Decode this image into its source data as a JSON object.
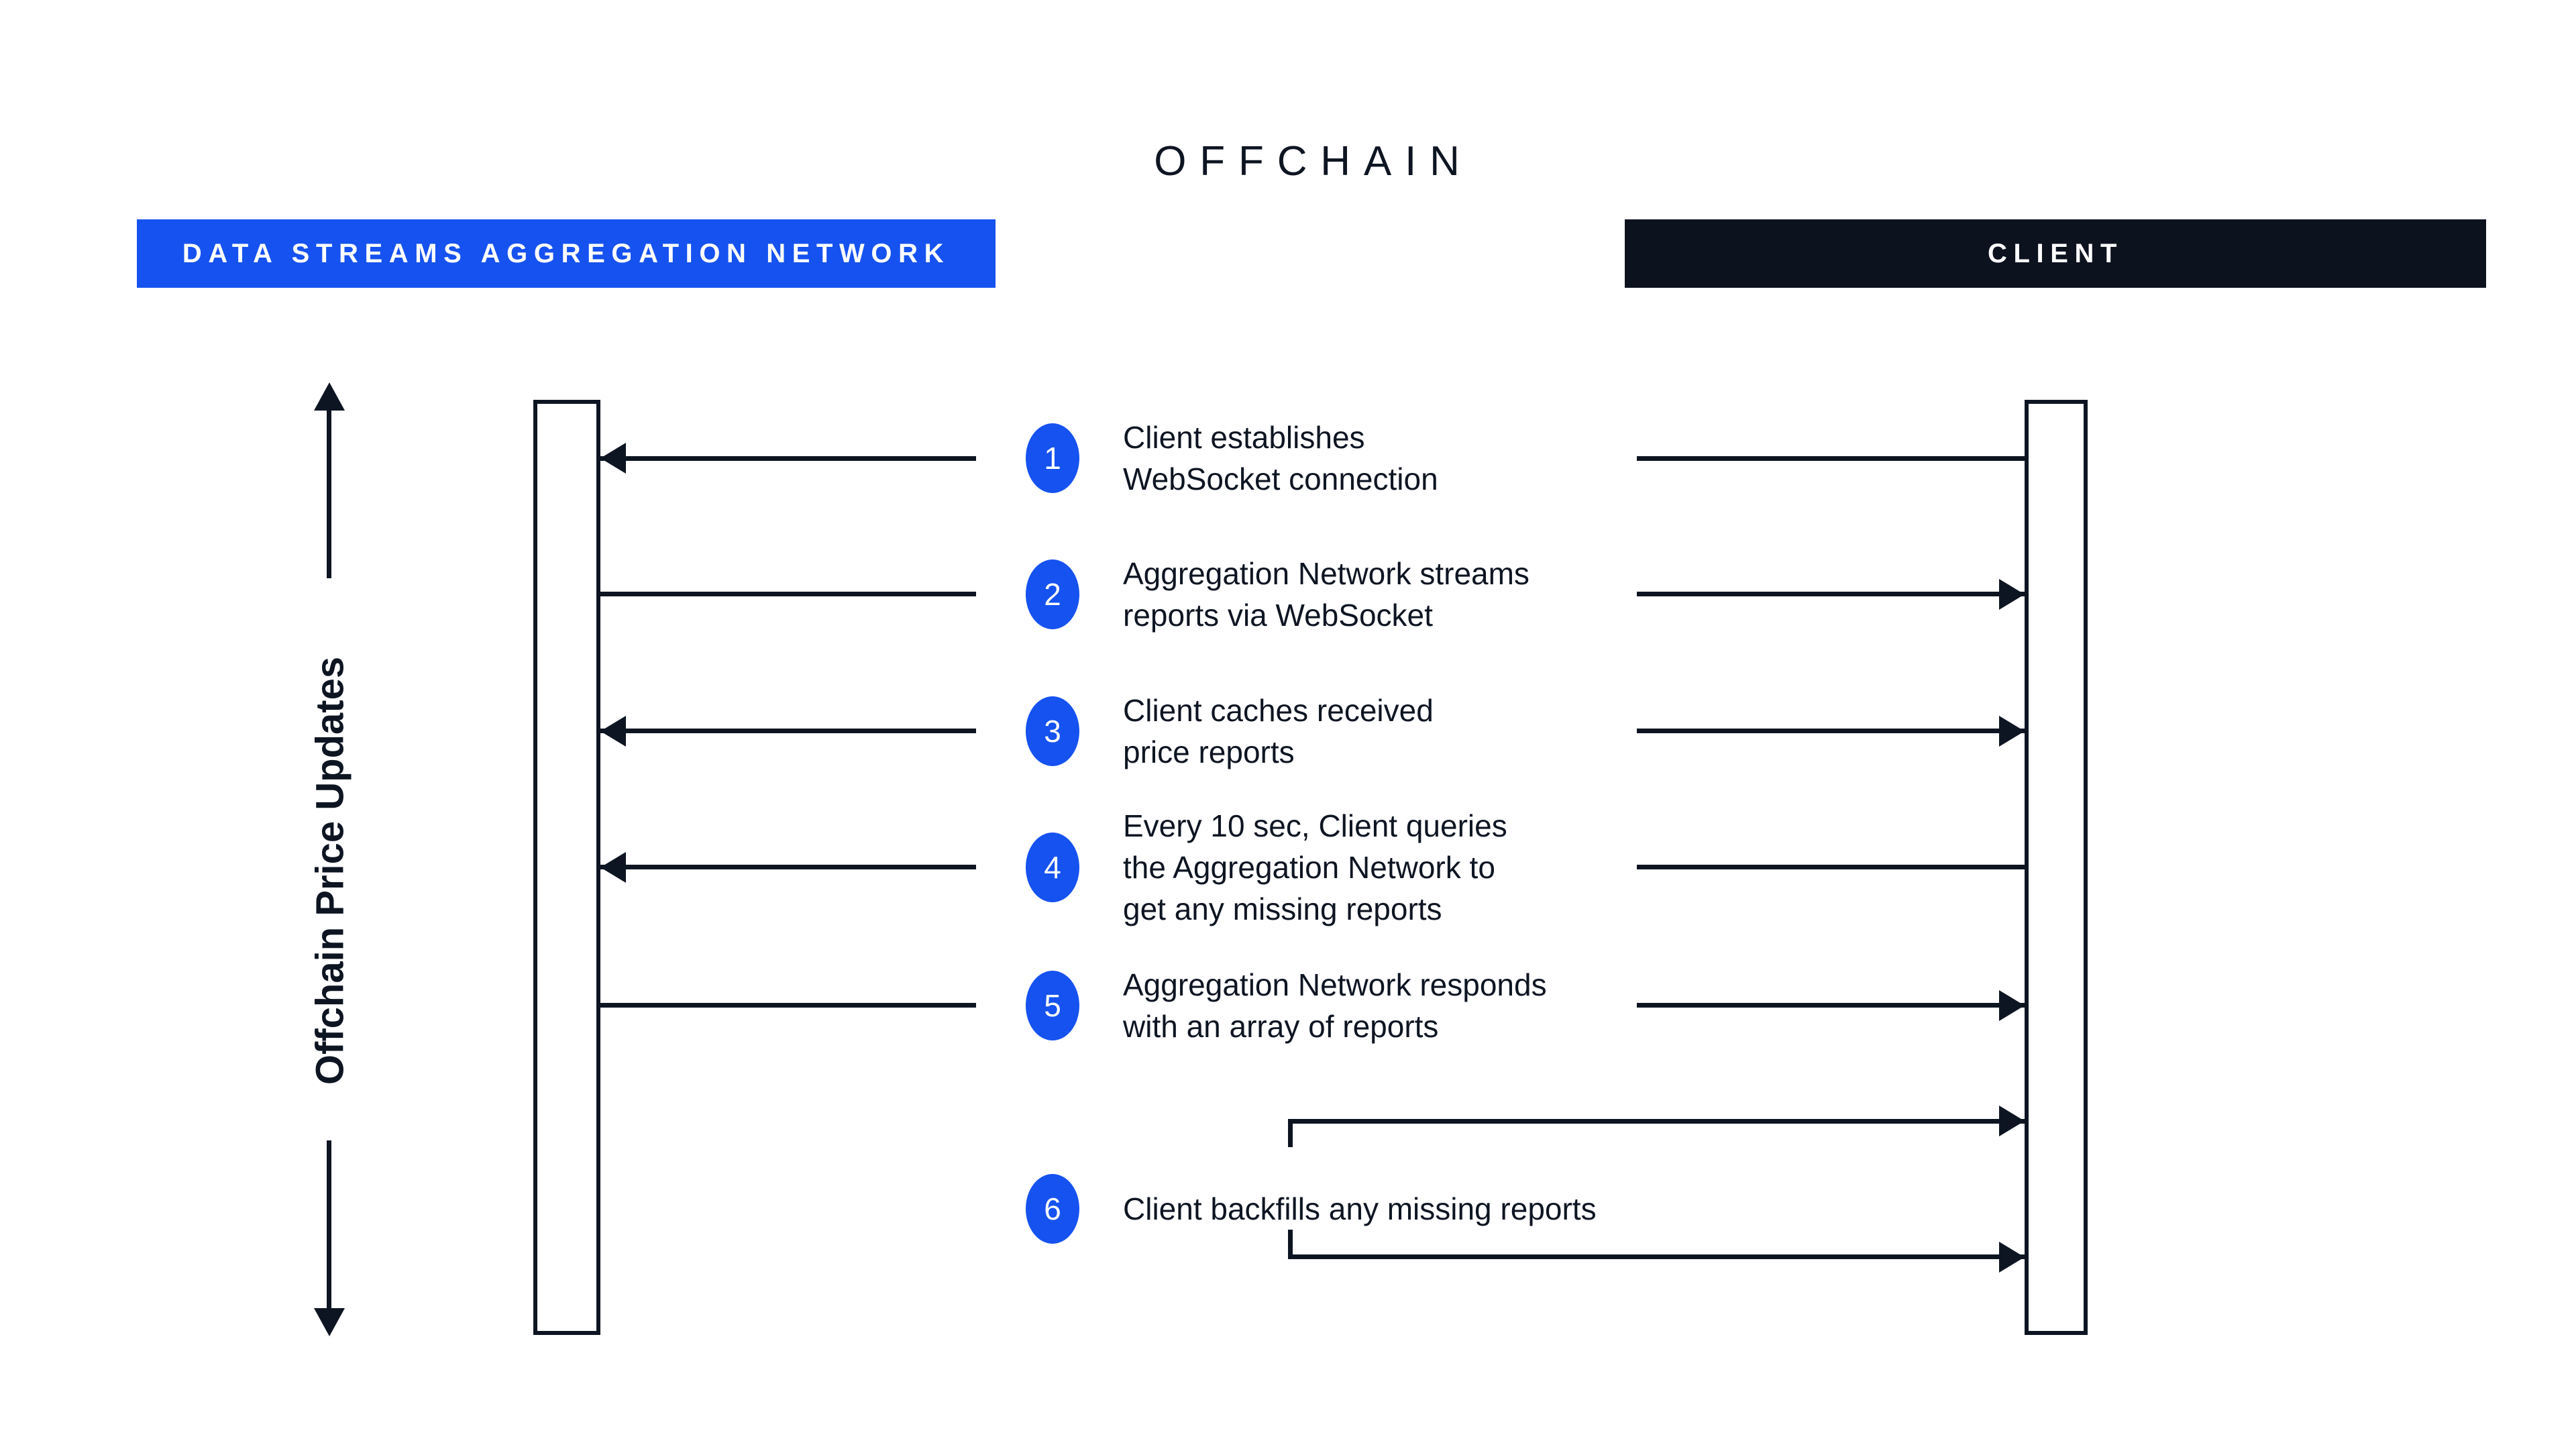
{
  "title": "OFFCHAIN",
  "colors": {
    "accent_blue": "#1652F0",
    "ink": "#0E1522",
    "client_bar": "#0D121F"
  },
  "actors": [
    {
      "label": "DATA STREAMS AGGREGATION NETWORK",
      "color": "#1652F0"
    },
    {
      "label": "CLIENT",
      "color": "#0D121F"
    }
  ],
  "axis": {
    "label": "Offchain Price Updates",
    "arrows": "up-and-down"
  },
  "steps": [
    {
      "num": "1",
      "text": "Client establishes\nWebSocket connection",
      "direction": "client-to-network"
    },
    {
      "num": "2",
      "text": "Aggregation Network streams\nreports via WebSocket",
      "direction": "network-to-client"
    },
    {
      "num": "3",
      "text": "Client caches received\nprice reports",
      "direction": "outward-both"
    },
    {
      "num": "4",
      "text": "Every 10 sec, Client queries\nthe Aggregation Network to\nget any missing reports",
      "direction": "client-to-network"
    },
    {
      "num": "5",
      "text": "Aggregation Network responds\nwith an array of reports",
      "direction": "network-to-client"
    },
    {
      "num": "6",
      "text": "Client backfills any missing reports",
      "direction": "client-self-loop"
    }
  ]
}
